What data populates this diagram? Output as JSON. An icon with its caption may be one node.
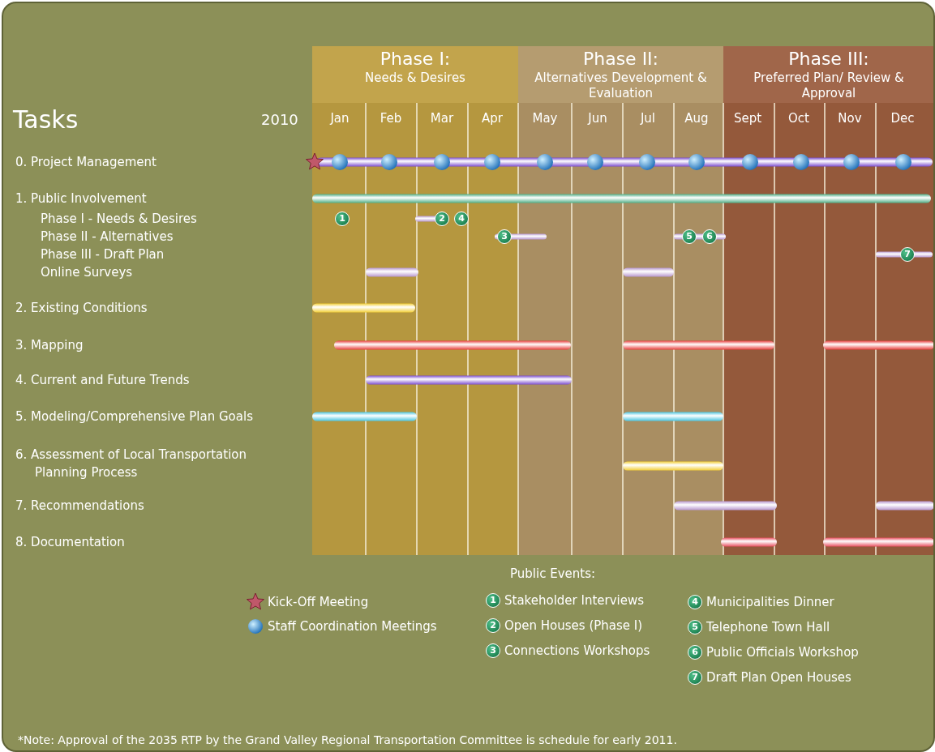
{
  "diagram": {
    "nodes": [
      {
        "text": [
          "Phase I:",
          "Needs & Desires"
        ]
      },
      {
        "text": [
          "Phase II:",
          "Alternatives Development & Evaluation"
        ]
      },
      {
        "text": [
          "Phase III:",
          "Preferred Plan/ Review & Approval"
        ]
      },
      {
        "text": [
          "1"
        ],
        "in": 0
      },
      {
        "text": [
          "2"
        ],
        "in": 0
      },
      {
        "text": [
          "4"
        ],
        "in": 0
      },
      {
        "text": [
          "3"
        ],
        "in": 0
      },
      {
        "text": [
          "5"
        ],
        "in": 1
      },
      {
        "text": [
          "6"
        ],
        "in": 1
      },
      {
        "text": [
          "7"
        ],
        "in": 2
      },
      {
        "text": [
          "1"
        ],
        "beside": [
          "Stakeholder Interviews"
        ]
      },
      {
        "text": [
          "2"
        ],
        "beside": [
          "Open Houses (Phase I)"
        ]
      },
      {
        "text": [
          "3"
        ],
        "beside": [
          "Connections Workshops"
        ]
      },
      {
        "text": [
          "4"
        ],
        "beside": [
          "Municipalities Dinner"
        ]
      },
      {
        "text": [
          "5"
        ],
        "beside": [
          "Telephone Town Hall"
        ]
      },
      {
        "text": [
          "6"
        ],
        "beside": [
          "Public Officials Workshop"
        ]
      },
      {
        "text": [
          "7"
        ],
        "beside": [
          "Draft Plan Open Houses"
        ]
      }
    ],
    "labels": [
      "Tasks",
      "2010",
      "Jan",
      "Feb",
      "Mar",
      "Apr",
      "May",
      "Jun",
      "Jul",
      "Aug",
      "Sept",
      "Oct",
      "Nov",
      "Dec",
      "0. Project Management",
      "1. Public Involvement",
      "Phase I - Needs & Desires",
      "Phase II - Alternatives",
      "Phase III - Draft Plan",
      "Online Surveys",
      "2. Existing Conditions",
      "3. Mapping",
      "4. Current and Future Trends",
      "5. Modeling/Comprehensive Plan Goals",
      "6. Assessment of Local Transportation Planning Process",
      "7. Recommendations",
      "8. Documentation",
      "Public Events:",
      "*Note: Approval of the 2035 RTP by the Grand Valley Regional Transportation Committee is schedule for early 2011."
    ],
    "legend": [
      {
        "text": "Kick-Off Meeting"
      },
      {
        "text": "Staff Coordination Meetings"
      }
    ]
  }
}
